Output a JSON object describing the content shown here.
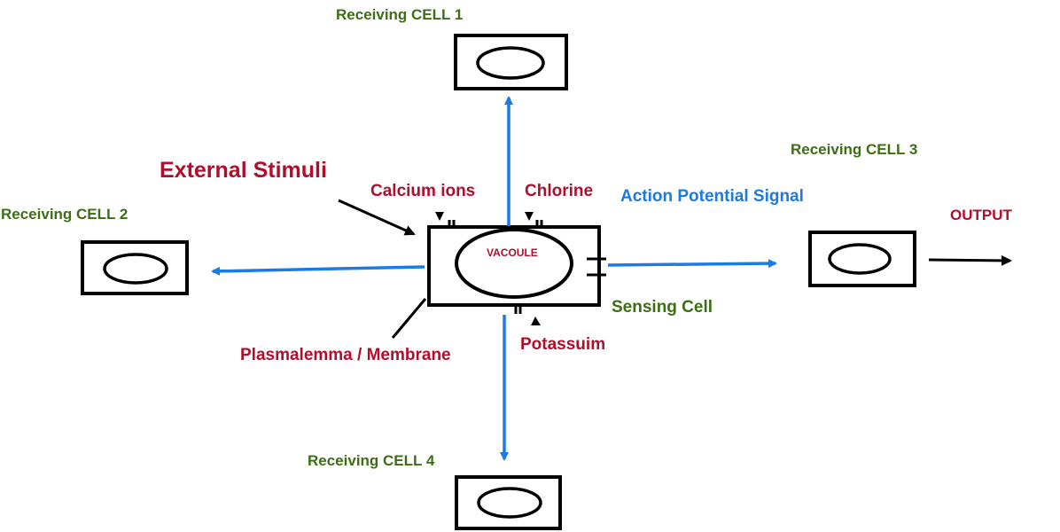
{
  "labels": {
    "receiving_cell_1": "Receiving CELL 1",
    "receiving_cell_2": "Receiving CELL 2",
    "receiving_cell_3": "Receiving CELL 3",
    "receiving_cell_4": "Receiving CELL 4",
    "external_stimuli": "External Stimuli",
    "calcium_ions": "Calcium ions",
    "chlorine": "Chlorine",
    "action_potential_signal": "Action Potential Signal",
    "output": "OUTPUT",
    "vacuole": "VACOULE",
    "sensing_cell": "Sensing Cell",
    "plasmalemma": "Plasmalemma / Membrane",
    "potassium": "Potassuim"
  },
  "colors": {
    "label_green": "#3c6e14",
    "label_red": "#b10e2c",
    "signal_blue": "#1c7ae6",
    "outline_black": "#000000"
  }
}
